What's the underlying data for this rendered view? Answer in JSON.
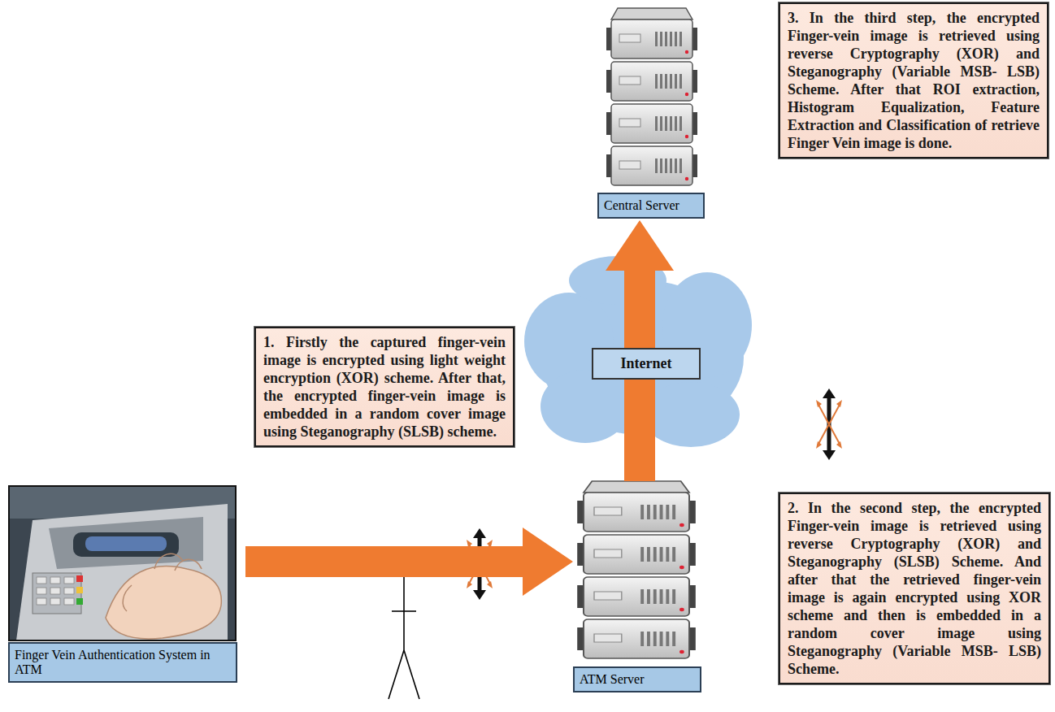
{
  "diagram": {
    "nodes": [
      {
        "text": [
          "Central Server"
        ]
      },
      {
        "text": [
          "3. In the third step, the encrypted Finger-vein image is retrieved using reverse Cryptography (XOR) and Steganography (Variable MSB- LSB) Scheme. After that ROI extraction, Histogram Equalization, Feature Extraction and Classification of retrieve Finger Vein image is done."
        ]
      },
      {
        "text": [
          "Internet"
        ]
      },
      {
        "text": [
          "1. Firstly the captured finger-vein image is encrypted using light weight encryption (XOR) scheme. After that, the encrypted finger-vein image is embedded in a random cover image using Steganography (SLSB) scheme."
        ]
      },
      {
        "text": [
          "ATM Server"
        ]
      },
      {
        "text": [
          "2. In the second step, the encrypted Finger-vein image is retrieved using reverse Cryptography (XOR) and Steganography (SLSB) Scheme. And after that the retrieved finger-vein image is again encrypted using XOR scheme and then is embedded in a random cover image using Steganography (Variable MSB- LSB) Scheme."
        ]
      },
      {
        "text": [
          "Finger Vein Authentication System in ATM"
        ]
      }
    ],
    "edges": [
      {
        "from": 6,
        "to": 4,
        "arrow": "to"
      },
      {
        "from": 4,
        "to": 0,
        "arrow": "to"
      }
    ]
  }
}
